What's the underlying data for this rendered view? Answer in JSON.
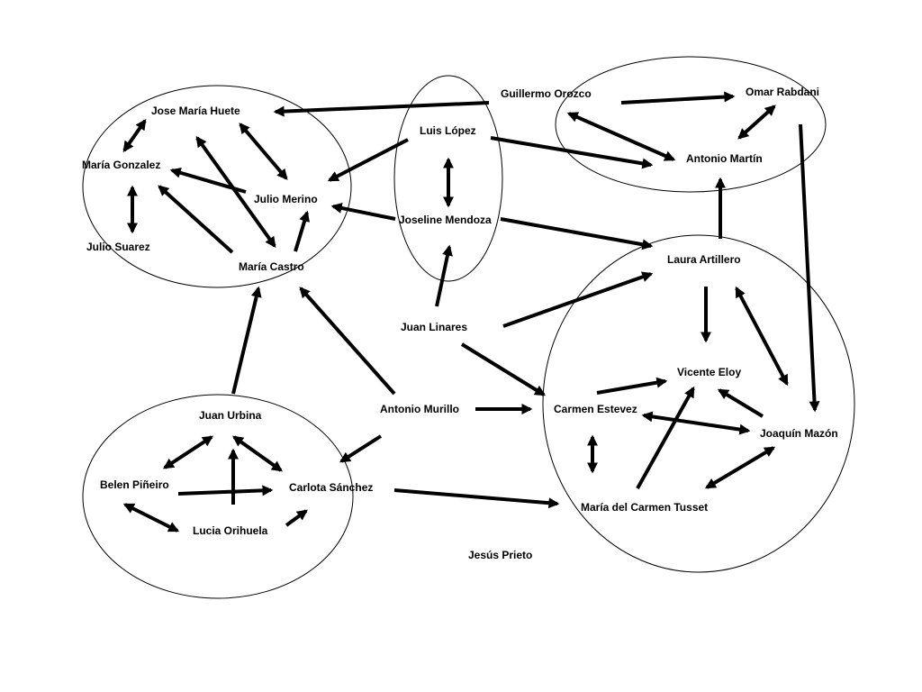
{
  "colors": {
    "ink": "#000000",
    "background": "#ffffff"
  },
  "nodes": [
    {
      "id": "jose_maria_huete",
      "label": "Jose María Huete"
    },
    {
      "id": "maria_gonzalez",
      "label": "María Gonzalez"
    },
    {
      "id": "julio_suarez",
      "label": "Julio Suarez"
    },
    {
      "id": "julio_merino",
      "label": "Julio Merino"
    },
    {
      "id": "maria_castro",
      "label": "María Castro"
    },
    {
      "id": "luis_lopez",
      "label": "Luis López"
    },
    {
      "id": "joseline_mendoza",
      "label": "Joseline Mendoza"
    },
    {
      "id": "guillermo_orozco",
      "label": "Guillermo Orozco"
    },
    {
      "id": "omar_rabdani",
      "label": "Omar Rabdani"
    },
    {
      "id": "antonio_martin",
      "label": "Antonio Martín"
    },
    {
      "id": "laura_artillero",
      "label": "Laura Artillero"
    },
    {
      "id": "juan_linares",
      "label": "Juan Linares"
    },
    {
      "id": "vicente_eloy",
      "label": "Vicente Eloy"
    },
    {
      "id": "antonio_murillo",
      "label": "Antonio Murillo"
    },
    {
      "id": "carmen_estevez",
      "label": "Carmen Estevez"
    },
    {
      "id": "joaquin_mazon",
      "label": "Joaquín Mazón"
    },
    {
      "id": "juan_urbina",
      "label": "Juan Urbina"
    },
    {
      "id": "belen_pineiro",
      "label": "Belen Piñeiro"
    },
    {
      "id": "carlota_sanchez",
      "label": "Carlota Sánchez"
    },
    {
      "id": "lucia_orihuela",
      "label": "Lucia Orihuela"
    },
    {
      "id": "maria_del_carmen_tusset",
      "label": "María del Carmen Tusset"
    },
    {
      "id": "jesus_prieto",
      "label": "Jesús Prieto"
    }
  ],
  "edges": [
    {
      "from": "guillermo_orozco",
      "to": "jose_maria_huete",
      "dir": "to"
    },
    {
      "from": "guillermo_orozco",
      "to": "omar_rabdani",
      "dir": "to"
    },
    {
      "from": "antonio_martin",
      "to": "guillermo_orozco",
      "dir": "both"
    },
    {
      "from": "omar_rabdani",
      "to": "antonio_martin",
      "dir": "both"
    },
    {
      "from": "omar_rabdani",
      "to": "joaquin_mazon",
      "dir": "to"
    },
    {
      "from": "luis_lopez",
      "to": "antonio_martin",
      "dir": "to"
    },
    {
      "from": "luis_lopez",
      "to": "julio_merino",
      "dir": "to"
    },
    {
      "from": "luis_lopez",
      "to": "joseline_mendoza",
      "dir": "both"
    },
    {
      "from": "joseline_mendoza",
      "to": "julio_merino",
      "dir": "to"
    },
    {
      "from": "joseline_mendoza",
      "to": "laura_artillero",
      "dir": "to"
    },
    {
      "from": "jose_maria_huete",
      "to": "maria_gonzalez",
      "dir": "both"
    },
    {
      "from": "jose_maria_huete",
      "to": "julio_merino",
      "dir": "both"
    },
    {
      "from": "maria_castro",
      "to": "jose_maria_huete",
      "dir": "both"
    },
    {
      "from": "julio_merino",
      "to": "maria_gonzalez",
      "dir": "to"
    },
    {
      "from": "maria_gonzalez",
      "to": "julio_suarez",
      "dir": "both"
    },
    {
      "from": "maria_castro",
      "to": "maria_gonzalez",
      "dir": "to"
    },
    {
      "from": "maria_castro",
      "to": "julio_merino",
      "dir": "to"
    },
    {
      "from": "juan_linares",
      "to": "joseline_mendoza",
      "dir": "to"
    },
    {
      "from": "juan_linares",
      "to": "laura_artillero",
      "dir": "to"
    },
    {
      "from": "juan_linares",
      "to": "carmen_estevez",
      "dir": "to"
    },
    {
      "from": "laura_artillero",
      "to": "antonio_martin",
      "dir": "to"
    },
    {
      "from": "laura_artillero",
      "to": "vicente_eloy",
      "dir": "to"
    },
    {
      "from": "laura_artillero",
      "to": "joaquin_mazon",
      "dir": "both"
    },
    {
      "from": "carmen_estevez",
      "to": "vicente_eloy",
      "dir": "to"
    },
    {
      "from": "carmen_estevez",
      "to": "joaquin_mazon",
      "dir": "both"
    },
    {
      "from": "joaquin_mazon",
      "to": "vicente_eloy",
      "dir": "to"
    },
    {
      "from": "maria_del_carmen_tusset",
      "to": "vicente_eloy",
      "dir": "to"
    },
    {
      "from": "carmen_estevez",
      "to": "maria_del_carmen_tusset",
      "dir": "both"
    },
    {
      "from": "joaquin_mazon",
      "to": "maria_del_carmen_tusset",
      "dir": "both"
    },
    {
      "from": "antonio_murillo",
      "to": "maria_castro",
      "dir": "to"
    },
    {
      "from": "antonio_murillo",
      "to": "carmen_estevez",
      "dir": "to"
    },
    {
      "from": "antonio_murillo",
      "to": "carlota_sanchez",
      "dir": "to"
    },
    {
      "from": "carlota_sanchez",
      "to": "maria_del_carmen_tusset",
      "dir": "to"
    },
    {
      "from": "juan_urbina",
      "to": "maria_castro",
      "dir": "to"
    },
    {
      "from": "juan_urbina",
      "to": "belen_pineiro",
      "dir": "both"
    },
    {
      "from": "juan_urbina",
      "to": "carlota_sanchez",
      "dir": "both"
    },
    {
      "from": "lucia_orihuela",
      "to": "juan_urbina",
      "dir": "to"
    },
    {
      "from": "belen_pineiro",
      "to": "carlota_sanchez",
      "dir": "to"
    },
    {
      "from": "belen_pineiro",
      "to": "lucia_orihuela",
      "dir": "both"
    },
    {
      "from": "lucia_orihuela",
      "to": "carlota_sanchez",
      "dir": "to"
    }
  ]
}
